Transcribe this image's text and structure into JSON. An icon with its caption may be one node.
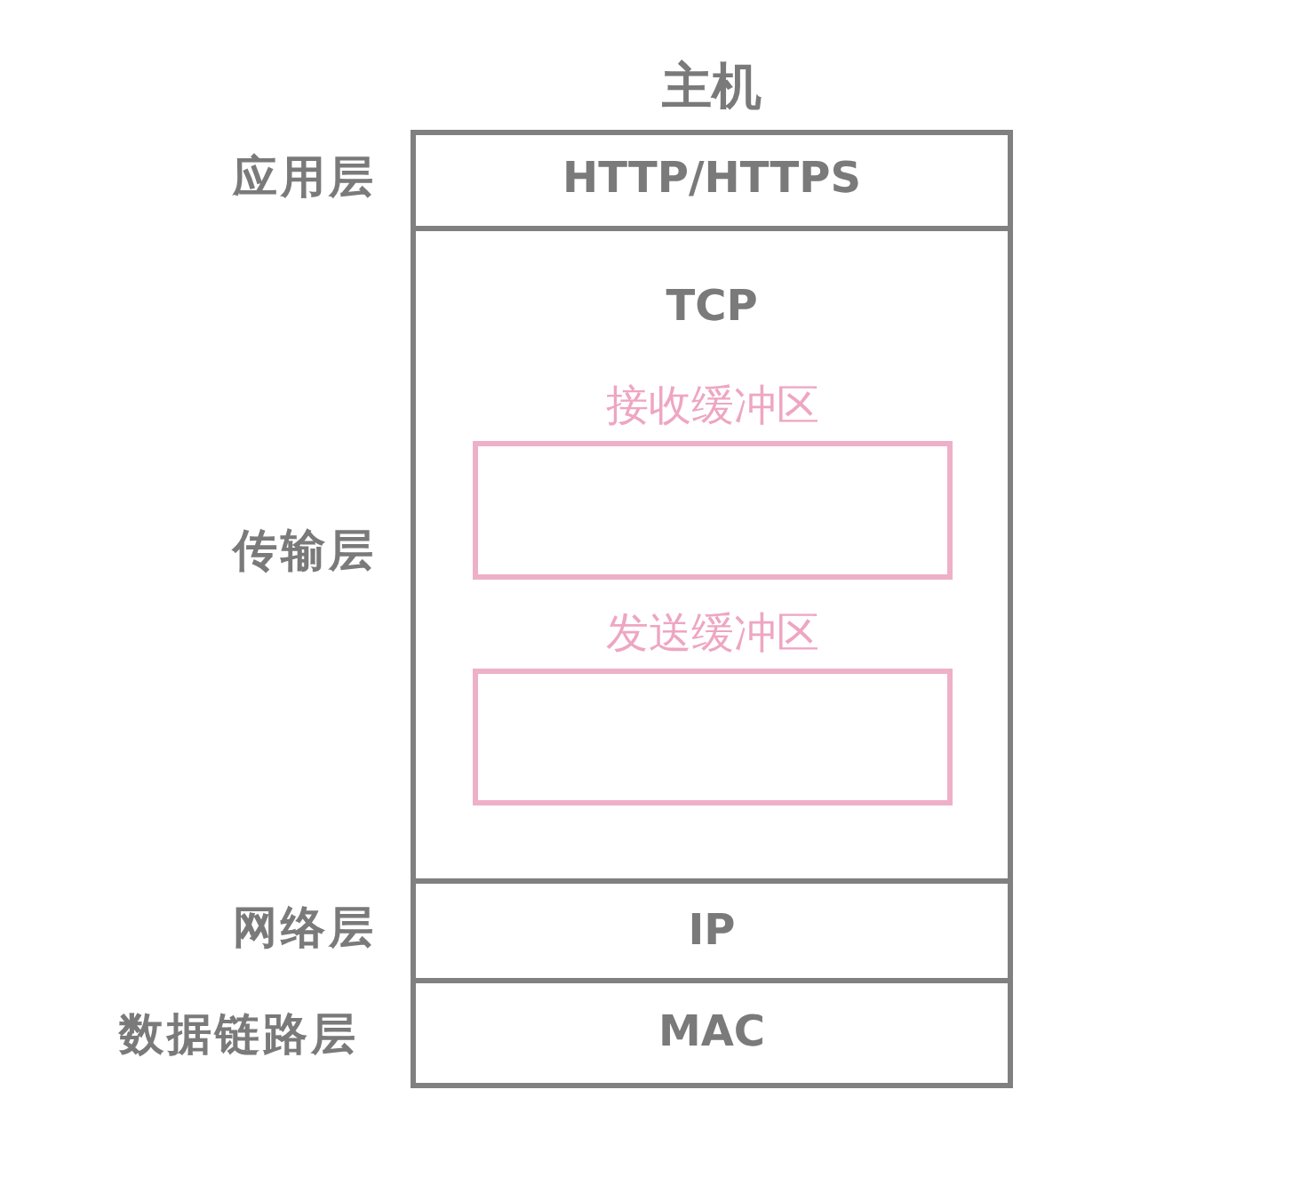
{
  "diagram": {
    "nodes": [
      {
        "text": [
          "主机"
        ]
      },
      {
        "text": [
          "HTTP/HTTPS"
        ],
        "in": 0,
        "beside": [
          "应用层"
        ]
      },
      {
        "text": [
          "TCP"
        ],
        "in": 0,
        "beside": [
          "传输层"
        ]
      },
      {
        "text": [
          "接收缓冲区"
        ],
        "in": 2
      },
      {
        "text": [
          "发送缓冲区"
        ],
        "in": 2
      },
      {
        "text": [
          "IP"
        ],
        "in": 0,
        "beside": [
          "网络层"
        ]
      },
      {
        "text": [
          "MAC"
        ],
        "in": 0
      }
    ],
    "labels": [
      "数据链路层"
    ]
  }
}
